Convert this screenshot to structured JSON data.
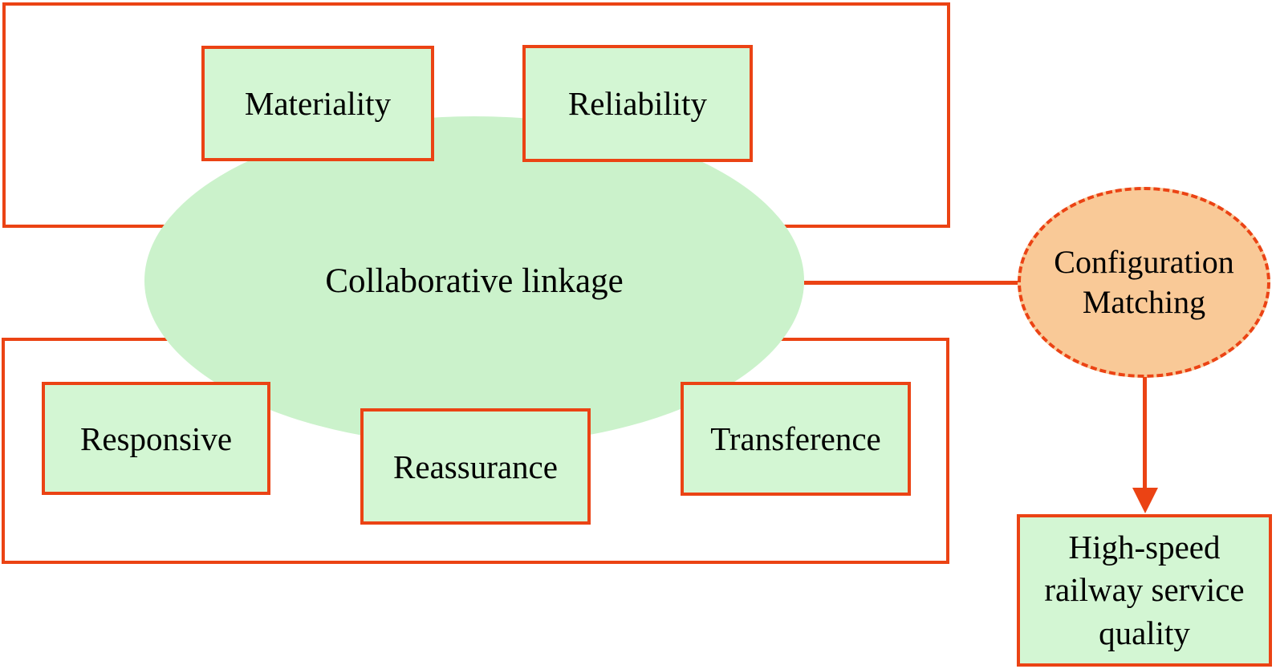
{
  "diagram": {
    "central": {
      "label": "Collaborative linkage"
    },
    "factors": {
      "materiality": "Materiality",
      "reliability": "Reliability",
      "responsive": "Responsive",
      "reassurance": "Reassurance",
      "transference": "Transference"
    },
    "matching": {
      "label": "Configuration Matching"
    },
    "outcome": {
      "label": "High-speed railway service quality"
    },
    "colors": {
      "accent": "#EB4314",
      "factor_box_fill": "#D3F6D3",
      "central_ellipse_fill": "#CBF2CB",
      "matching_ellipse_fill": "#F9C997",
      "text": "#000000",
      "background": "#FFFFFF"
    }
  }
}
